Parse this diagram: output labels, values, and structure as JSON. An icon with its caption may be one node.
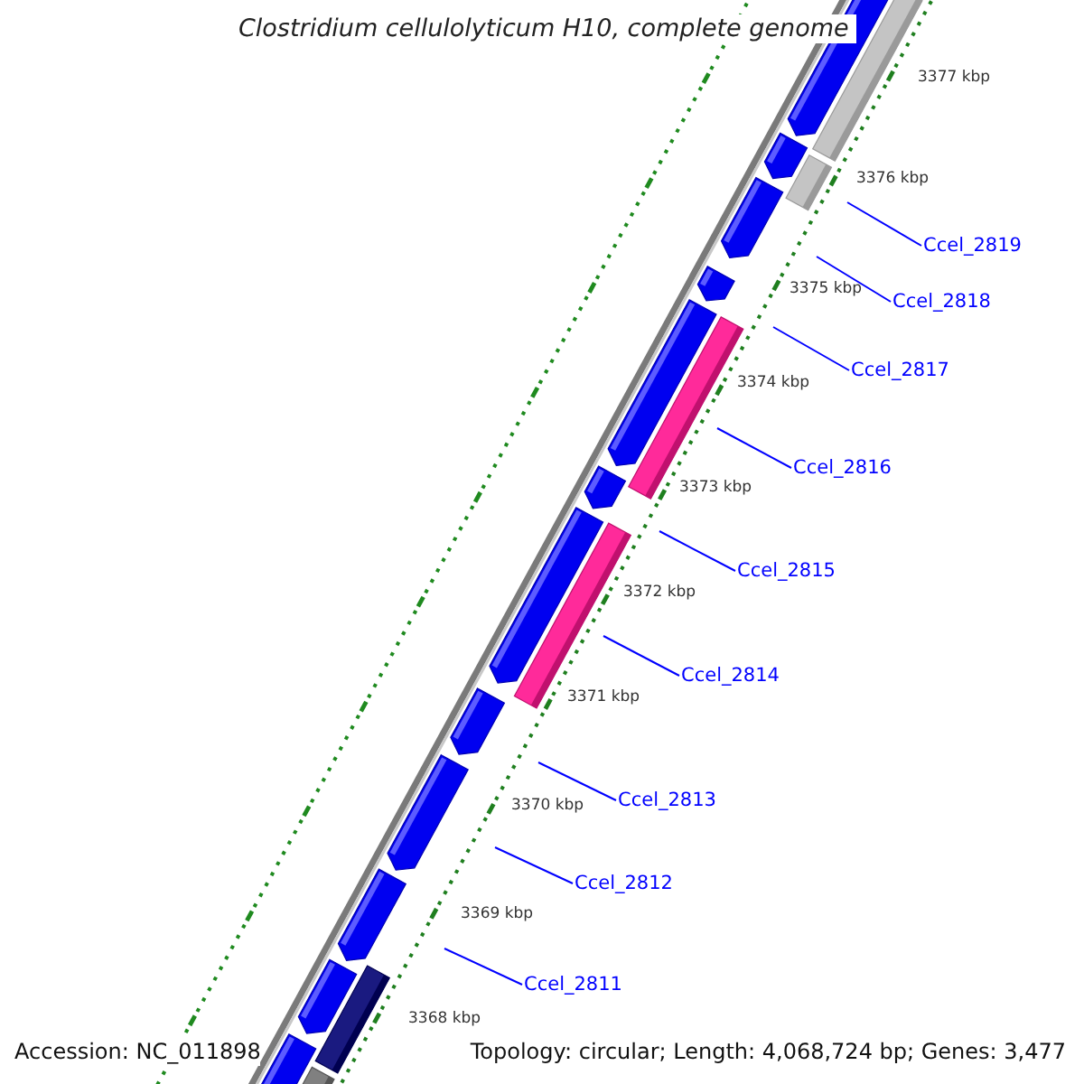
{
  "diagram": {
    "title": "Clostridium cellulolyticum H10, complete genome",
    "nodes": [
      {
        "text": [
          "Ccel_2819"
        ]
      },
      {
        "text": [
          "Ccel_2818"
        ]
      },
      {
        "text": [
          "Ccel_2817"
        ]
      },
      {
        "text": [
          "Ccel_2816"
        ]
      },
      {
        "text": [
          "Ccel_2815"
        ]
      },
      {
        "text": [
          "Ccel_2814"
        ]
      },
      {
        "text": [
          "Ccel_2813"
        ]
      },
      {
        "text": [
          "Ccel_2812"
        ]
      },
      {
        "text": [
          "Ccel_2811"
        ]
      }
    ],
    "edges": [
      {
        "from": 0,
        "to": null,
        "arrow": "none"
      },
      {
        "from": 1,
        "to": null,
        "arrow": "none"
      },
      {
        "from": 2,
        "to": null,
        "arrow": "none"
      },
      {
        "from": 3,
        "to": null,
        "arrow": "none"
      },
      {
        "from": 4,
        "to": null,
        "arrow": "none"
      },
      {
        "from": 5,
        "to": null,
        "arrow": "none"
      },
      {
        "from": 6,
        "to": null,
        "arrow": "none"
      },
      {
        "from": 7,
        "to": null,
        "arrow": "none"
      },
      {
        "from": 8,
        "to": null,
        "arrow": "none"
      }
    ],
    "labels": [
      "3377 kbp",
      "3376 kbp",
      "3375 kbp",
      "3374 kbp",
      "3373 kbp",
      "3372 kbp",
      "3371 kbp",
      "3370 kbp",
      "3369 kbp",
      "3368 kbp",
      "Accession: NC_011898",
      "Topology: circular; Length: 4,068,724 bp; Genes: 3,477"
    ]
  }
}
